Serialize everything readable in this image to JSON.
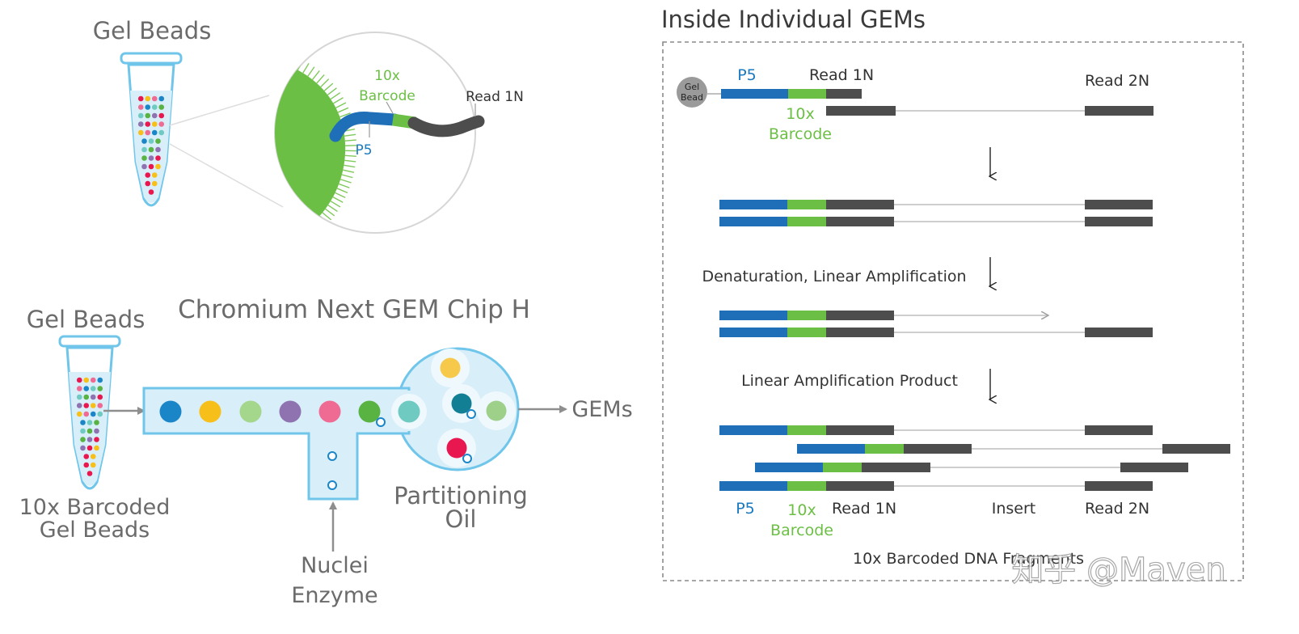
{
  "colors": {
    "p5_blue": "#1f6fb8",
    "barcode_green": "#6cbf45",
    "read_dark": "#4d4d4d",
    "insert_grey": "#bdbdbd",
    "tube_fill": "#d8eef9",
    "tube_stroke": "#6fc6ea"
  },
  "gel_bead_panel": {
    "title": "Gel Beads",
    "label_barcode_10x": "10x",
    "label_barcode": "Barcode",
    "label_read1n": "Read 1N",
    "label_p5": "P5"
  },
  "chip_panel": {
    "title": "Chromium Next GEM Chip H",
    "label_gel_beads": "Gel Beads",
    "label_barcoded_line1": "10x Barcoded",
    "label_barcoded_line2": "Gel Beads",
    "label_gems": "GEMs",
    "label_oil_line1": "Partitioning",
    "label_oil_line2": "Oil",
    "label_nuclei": "Nuclei",
    "label_enzyme": "Enzyme",
    "channel_bead_colors": [
      "#1a86c8",
      "#f7bf1a",
      "#a4d68b",
      "#8f72b0",
      "#ef6b93",
      "#58b342",
      "#6fcac2"
    ],
    "gem_bead_colors": [
      "#f6c94a",
      "#137f94",
      "#9ed08a",
      "#e8174f"
    ]
  },
  "gems_panel": {
    "title": "Inside Individual GEMs",
    "gel_bead_label_1": "Gel",
    "gel_bead_label_2": "Bead",
    "label_p5": "P5",
    "label_read1n": "Read 1N",
    "label_read2n": "Read 2N",
    "label_barcode_10x": "10x",
    "label_barcode": "Barcode",
    "step_denaturation": "Denaturation, Linear Amplification",
    "step_product": "Linear Amplification Product",
    "label_insert": "Insert",
    "footer_caption": "10x Barcoded DNA Fragments"
  },
  "watermark": "知乎 @Maven"
}
